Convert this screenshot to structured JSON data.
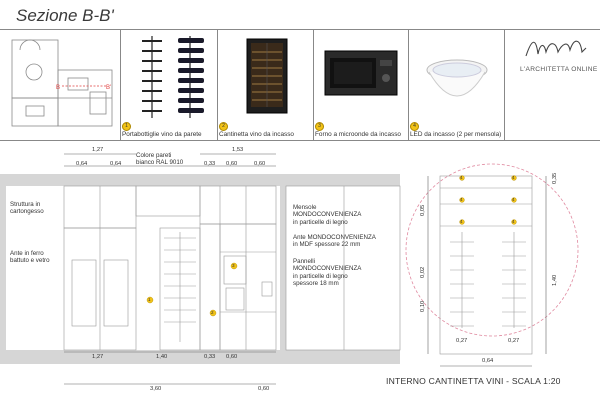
{
  "page": {
    "title": "Sezione B-B'"
  },
  "products": [
    {
      "badge": "1",
      "label": "Portabottiglie vino da parete"
    },
    {
      "badge": "2",
      "label": "Cantinetta vino da incasso"
    },
    {
      "badge": "3",
      "label": "Forno a microonde da incasso"
    },
    {
      "badge": "4",
      "label": "LED da incasso (2 per mensola)"
    }
  ],
  "brand": {
    "name": "L'ARCHITETTA ONLINE"
  },
  "plan": {
    "marker_left": "B",
    "marker_right": "B'"
  },
  "notes": {
    "wall_color": [
      "Colore pareti",
      "bianco RAL 9010"
    ],
    "structure": [
      "Struttura in",
      "cartongesso"
    ],
    "doors": [
      "Ante in ferro",
      "battuto e vetro"
    ],
    "shelves": [
      "Mensole",
      "MONDOCONVENIENZA",
      "in particelle di legno"
    ],
    "door_mdf": [
      "Ante MONDOCONVENIENZA",
      "in MDF spessore 22 mm"
    ],
    "panels": [
      "Pannelli",
      "MONDOCONVENIENZA",
      "in particelle di legno",
      "spessore 18 mm"
    ]
  },
  "dimensions": {
    "top_row1": [
      "1,27",
      "1,53"
    ],
    "top_row2": [
      "0,64",
      "0,64",
      "0,33",
      "0,60",
      "0,60"
    ],
    "bottom_row1": [
      "1,27",
      "1,40",
      "0,33",
      "0,60"
    ],
    "bottom_row2": [
      "3,60",
      "0,60"
    ],
    "detail_right": [
      "0,35",
      "1,40"
    ],
    "detail_left": [
      "0,05",
      "0,02",
      "0,10"
    ],
    "detail_bottom": [
      "0,27",
      "0,27",
      "0,64"
    ]
  },
  "detail_badges": [
    "4",
    "4",
    "4",
    "4",
    "4",
    "4"
  ],
  "section_badges": [
    "1",
    "2",
    "3"
  ],
  "detail": {
    "caption": "INTERNO CANTINETTA VINI - SCALA 1:20"
  },
  "colors": {
    "badge": "#f2c318",
    "wall_hatch": "#d6d6d6",
    "circle": "#e08aa0",
    "plan_marker": "#e04040"
  }
}
